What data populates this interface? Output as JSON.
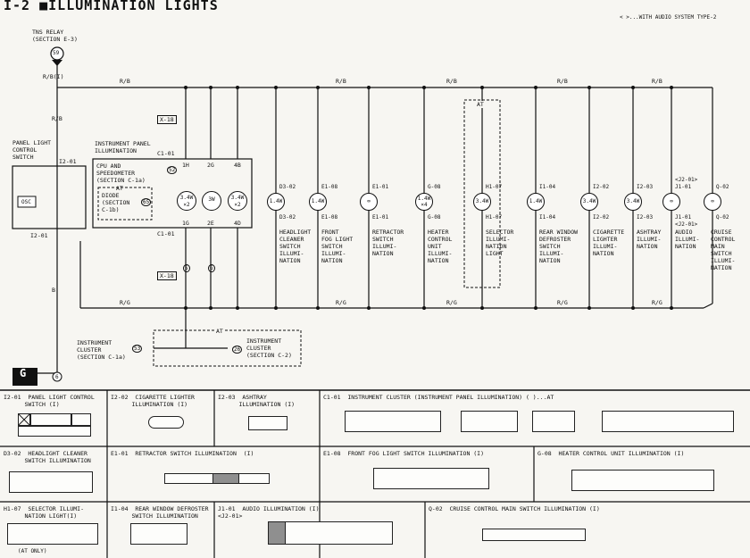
{
  "title": "I-2 ■ILLUMINATION LIGHTS",
  "note": "< >...WITH AUDIO SYSTEM TYPE-2",
  "tns_relay": {
    "label": "TNS RELAY",
    "ref": "(SECTION E-3)",
    "pin": "59"
  },
  "top_wire": {
    "color": "R/B(I)"
  },
  "wire_rb": "R/B",
  "wire_rg": "R/G",
  "wire_i": "(I)",
  "wire_b": "B",
  "x18": "X-18",
  "panel_switch": {
    "lines": [
      "PANEL LIGHT",
      "CONTROL",
      "SWITCH"
    ],
    "conn_top": "I2-01",
    "conn_bot": "I2-01",
    "osc": "OSC"
  },
  "instrument_panel": {
    "lines": [
      "INSTRUMENT PANEL",
      "ILLUMINATION"
    ],
    "c101": "C1-01",
    "cpu": [
      "CPU AND",
      "SPEEDOMETER",
      "(SECTION C-1a)"
    ],
    "cpu_pin": "52",
    "at": "AT",
    "diode": [
      "DIODE",
      "(SECTION",
      "C-1b)"
    ],
    "diode_pin": "65",
    "pins_top": [
      "1H",
      "2G",
      "4B"
    ],
    "pins_bot": [
      "1G",
      "2E",
      "4D"
    ],
    "bulbs": [
      "3.4W\n×2",
      "3W",
      "3.4W\n×2"
    ]
  },
  "cluster": {
    "left": [
      "INSTRUMENT",
      "CLUSTER",
      "(SECTION C-1a)"
    ],
    "left_pin": "53",
    "right": [
      "INSTRUMENT",
      "CLUSTER",
      "(SECTION C-2)"
    ],
    "right_pin": "26",
    "at": "AT"
  },
  "ground": {
    "label": "G",
    "pin": "6"
  },
  "lamps": [
    {
      "id": "D3-02",
      "w": "1.4W",
      "lines": [
        "HEADLIGHT",
        "CLEANER",
        "SWITCH",
        "ILLUMI-",
        "NATION"
      ]
    },
    {
      "id": "E1-08",
      "w": "1.4W",
      "lines": [
        "FRONT",
        "FOG LIGHT",
        "SWITCH",
        "ILLUMI-",
        "NATION"
      ]
    },
    {
      "id": "E1-01",
      "w": "∞",
      "lines": [
        "RETRACTOR",
        "SWITCH",
        "ILLUMI-",
        "NATION"
      ]
    },
    {
      "id": "G-08",
      "w": "1.4W\n×4",
      "lines": [
        "HEATER",
        "CONTROL",
        "UNIT",
        "ILLUMI-",
        "NATION"
      ]
    },
    {
      "id": "H1-07",
      "w": "3.4W",
      "lines": [
        "SELECTOR",
        "ILLUMI-",
        "NATION",
        "LIGHT"
      ]
    },
    {
      "id": "I1-04",
      "w": "1.4W",
      "lines": [
        "REAR WINDOW",
        "DEFROSTER",
        "SWITCH",
        "ILLUMI-",
        "NATION"
      ]
    },
    {
      "id": "I2-02",
      "w": "3.4W",
      "lines": [
        "CIGARETTE",
        "LIGHTER",
        "ILLUMI-",
        "NATION"
      ]
    },
    {
      "id": "I2-03",
      "w": "3.4W",
      "lines": [
        "ASHTRAY",
        "ILLUMI-",
        "NATION"
      ]
    },
    {
      "id": "J1-01",
      "w": "∞",
      "alt": "<J2-01>",
      "lines": [
        "AUDIO",
        "ILLUMI-",
        "NATION"
      ]
    },
    {
      "id": "Q-02",
      "w": "∞",
      "lines": [
        "CRUISE",
        "CONTROL",
        "MAIN",
        "SWITCH",
        "ILLUMI-",
        "NATION"
      ]
    }
  ],
  "at_box": "AT",
  "circled_labels": {
    "s": "S",
    "g": "G"
  },
  "connectors": {
    "i201": "I2-01  PANEL LIGHT CONTROL\n      SWITCH (I)",
    "i202": "I2-02  CIGARETTE LIGHTER\n      ILLUMINATION (I)",
    "i203": "I2-03  ASHTRAY\n      ILLUMINATION (I)",
    "c101": "C1-01  INSTRUMENT CLUSTER (INSTRUMENT PANEL ILLUMINATION) ( )...AT",
    "d302": "D3-02  HEADLIGHT CLEANER\n      SWITCH ILLUMINATION",
    "e101": "E1-01  RETRACTOR SWITCH ILLUMINATION  (I)",
    "e108": "E1-08  FRONT FOG LIGHT SWITCH ILLUMINATION (I)",
    "g08": "G-08  HEATER CONTROL UNIT ILLUMINATION (I)",
    "h107": "H1-07  SELECTOR ILLUMI-\n      NATION LIGHT(I)",
    "i104": "I1-04  REAR WINDOW DEFROSTER\n      SWITCH ILLUMINATION",
    "j101": "J1-01  AUDIO ILLUMINATION (I)\n<J2-01>",
    "q02": "Q-02  CRUISE CONTROL MAIN SWITCH ILLUMINATION (I)",
    "h107_note": "(AT ONLY)"
  }
}
